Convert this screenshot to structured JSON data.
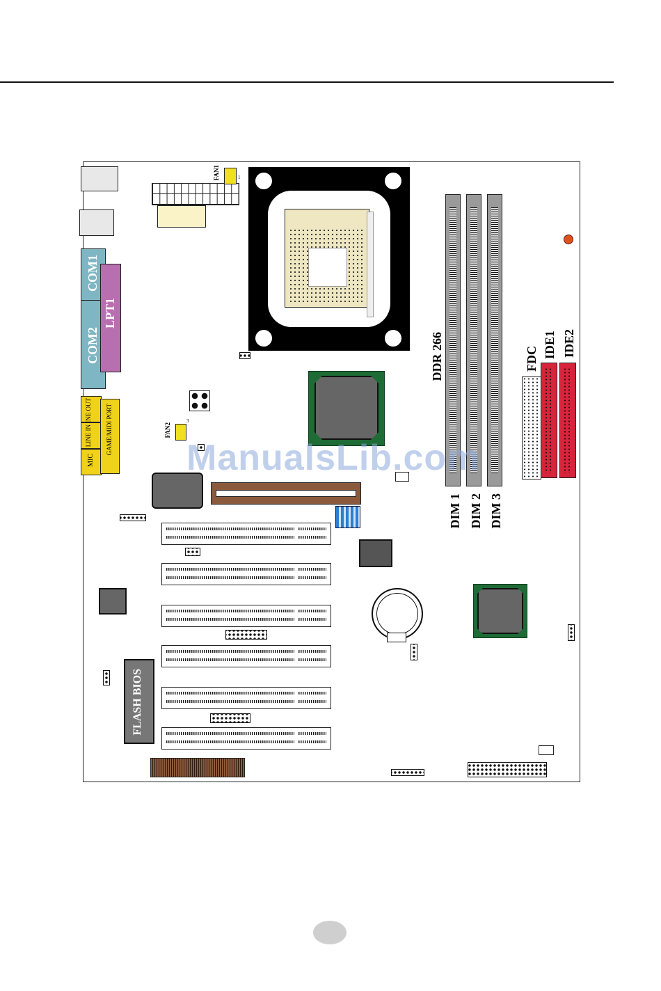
{
  "labels": {
    "fan1": "FAN1",
    "fan2": "FAN2",
    "com1": "COM1",
    "com2": "COM2",
    "lpt1": "LPT1",
    "line_out": "LINE OUT",
    "line_in": "LINE IN",
    "mic": "MIC",
    "game_midi": "GAME/MIDI PORT",
    "ddr": "DDR 266",
    "fdc": "FDC",
    "ide1": "IDE1",
    "ide2": "IDE2",
    "dim1": "DIM 1",
    "dim2": "DIM 2",
    "dim3": "DIM 3",
    "flash_bios": "FLASH BIOS",
    "fan_pin1": "1",
    "fan_pin3": "3"
  },
  "watermark": "ManualsLib.com",
  "colors": {
    "com_port": "#7fb6c4",
    "lpt_port": "#b86fb0",
    "audio": "#f0d21a",
    "ide": "#d8243b",
    "agp": "#8b5a3c",
    "chipset": "#1e6b36",
    "dip_switch": "#2b7fd0",
    "led": "#e0501a"
  }
}
